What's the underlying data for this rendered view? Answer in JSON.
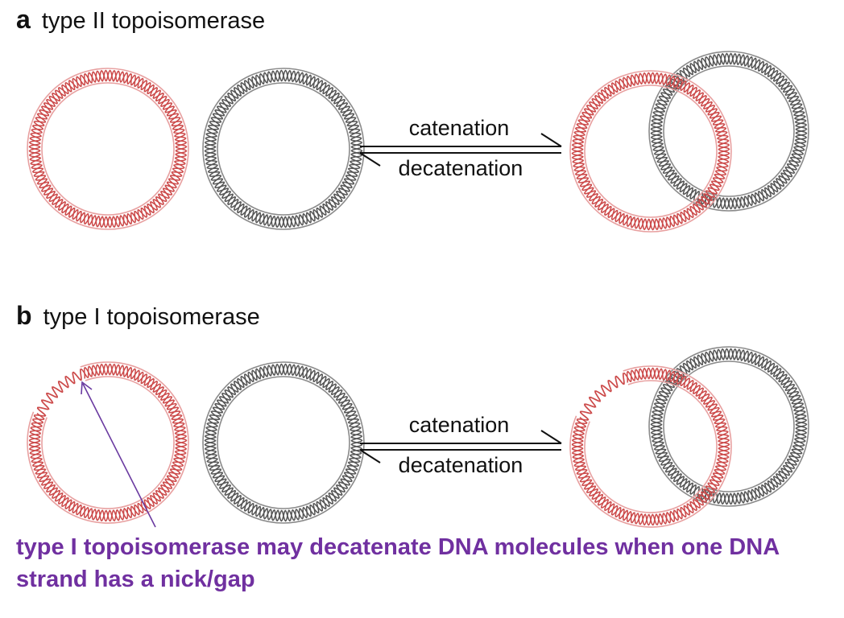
{
  "panels": [
    {
      "letter": "a",
      "title": "type II topoisomerase",
      "forward_label": "catenation",
      "reverse_label": "decatenation"
    },
    {
      "letter": "b",
      "title": "type I topoisomerase",
      "forward_label": "catenation",
      "reverse_label": "decatenation"
    }
  ],
  "annotation": "type I topoisomerase may decatenate DNA molecules when one DNA strand has a nick/gap",
  "colors": {
    "red_dna": "#cc4a4a",
    "red_outline": "#e8a0a0",
    "gray_dna": "#555555",
    "gray_outline": "#8a8a8a",
    "annotation": "#7030a0",
    "text": "#111111"
  }
}
